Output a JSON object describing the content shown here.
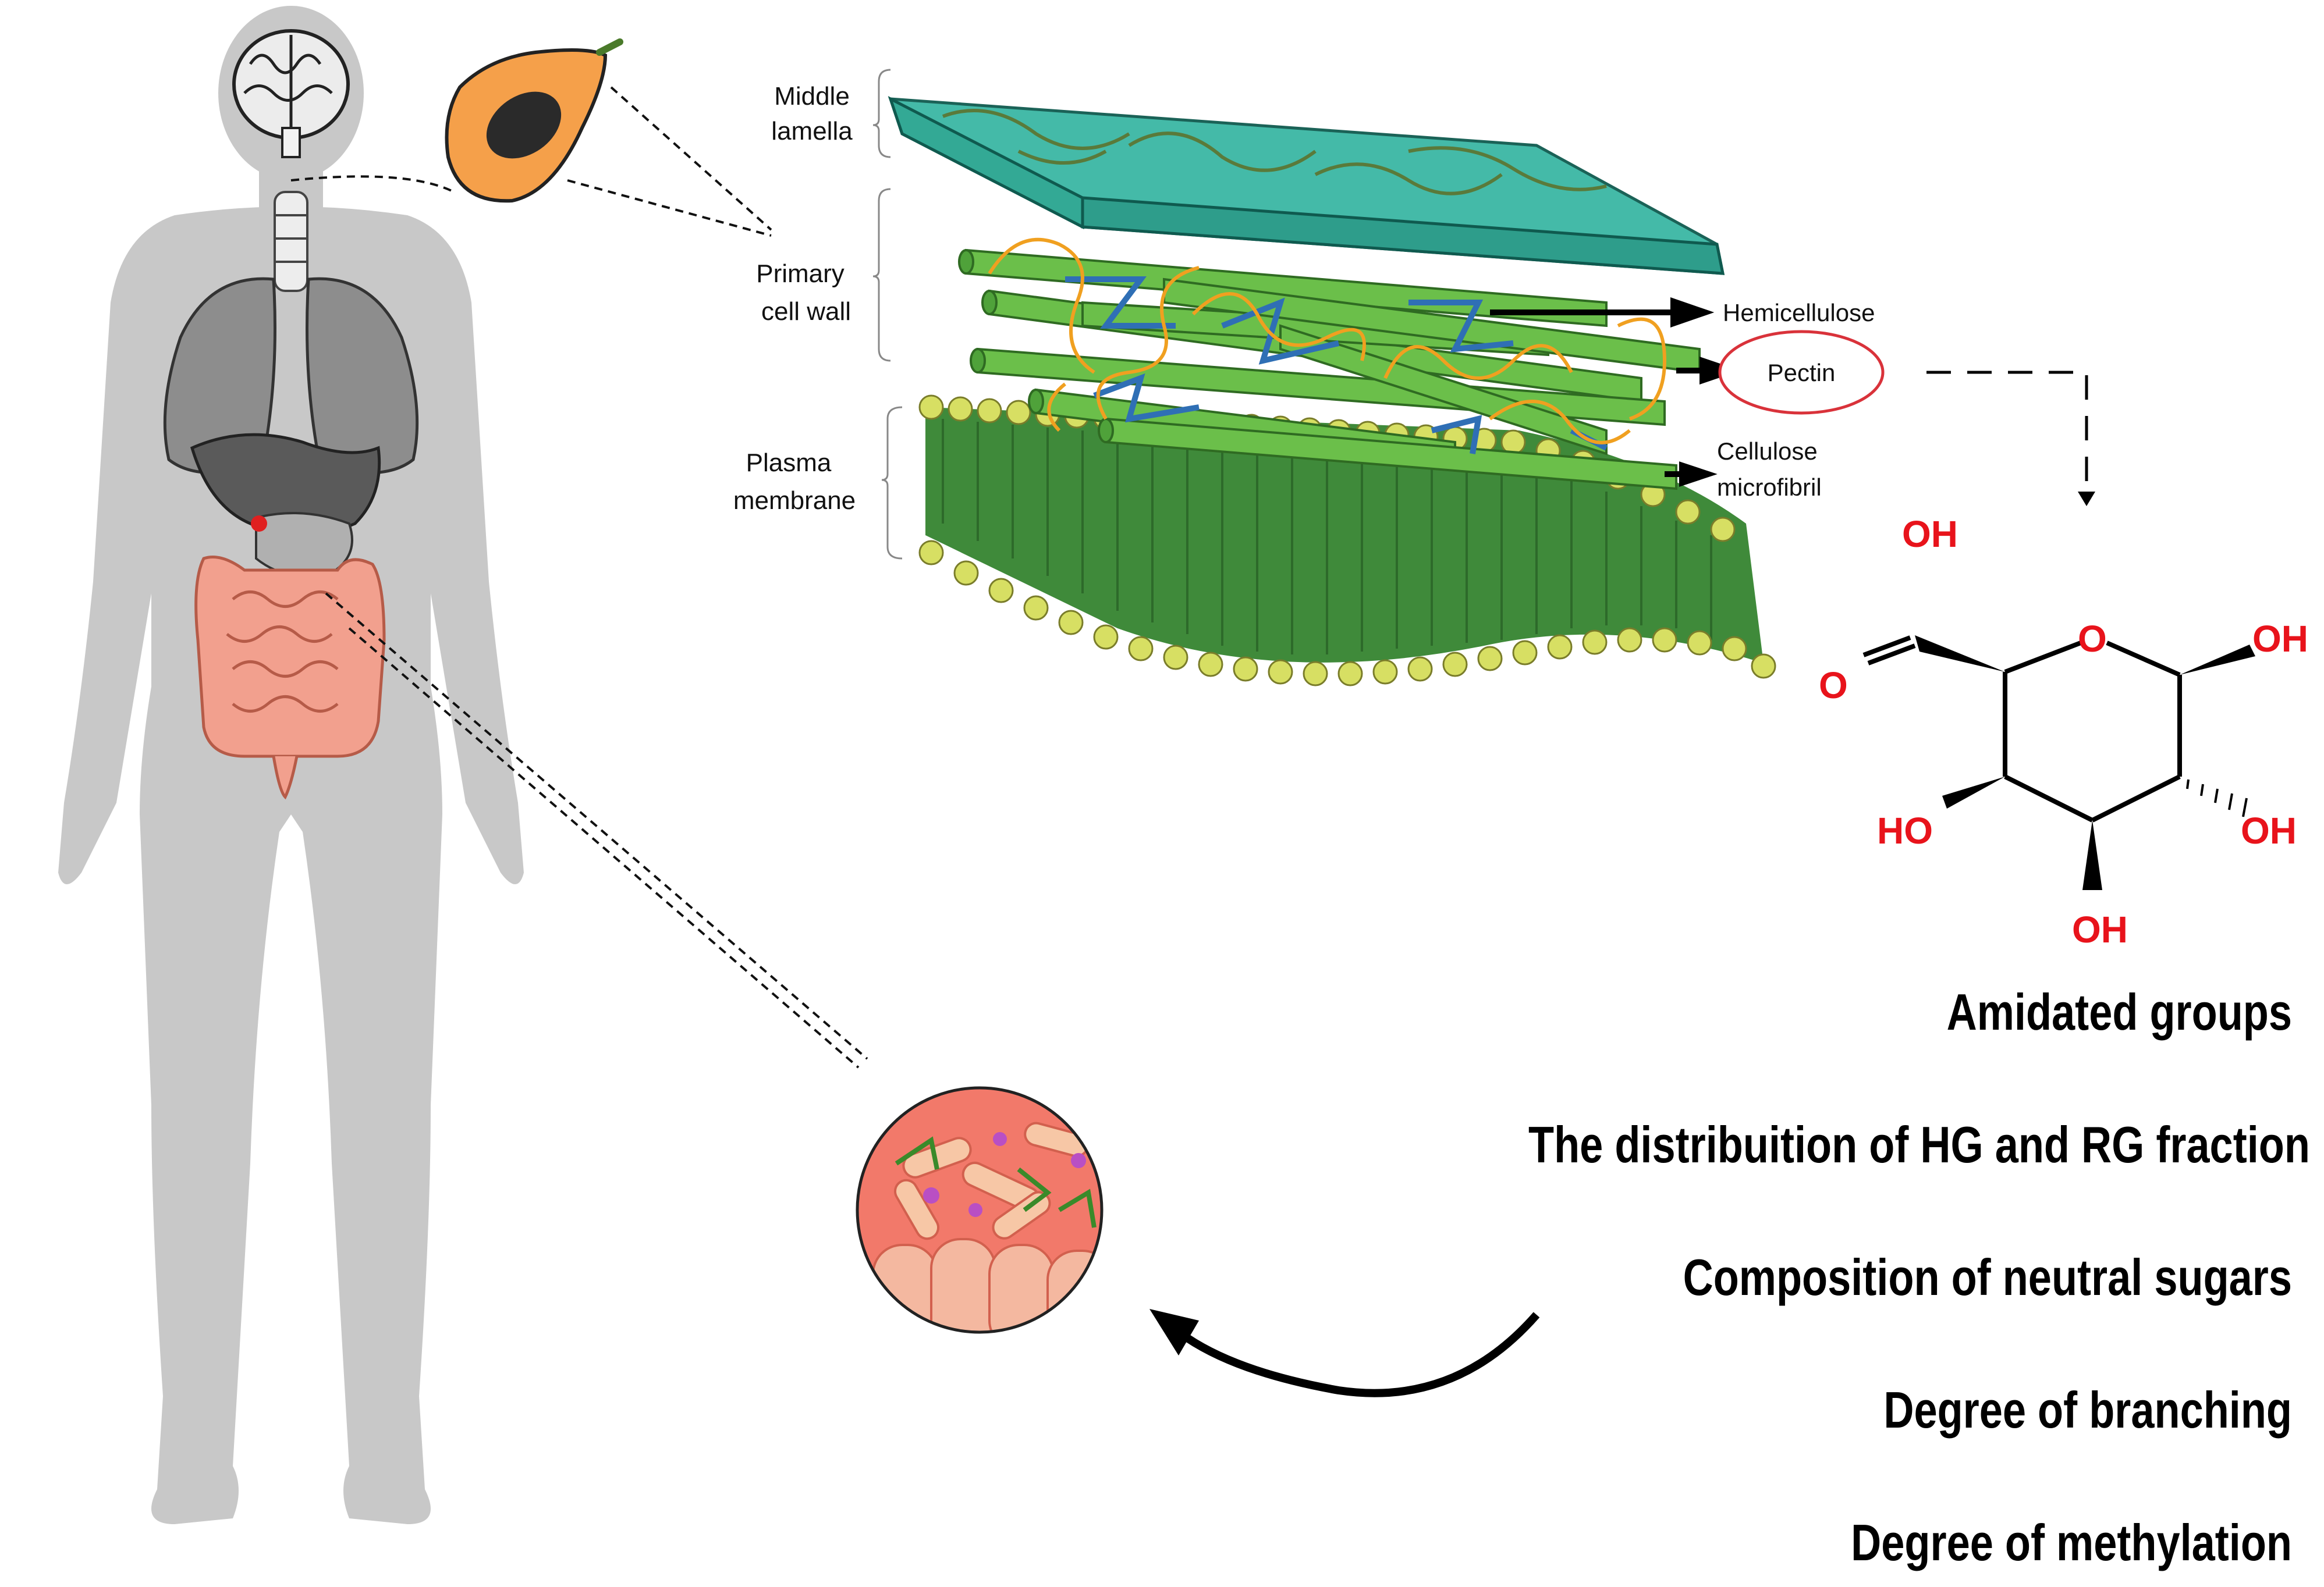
{
  "cell_wall_labels": {
    "middle_lamella": [
      "Middle",
      "lamella"
    ],
    "primary_cell_wall": [
      "Primary",
      "cell wall"
    ],
    "plasma_membrane": [
      "Plasma",
      "membrane"
    ]
  },
  "component_labels": {
    "hemicellulose": "Hemicellulose",
    "pectin": "Pectin",
    "cellulose_microfibril": [
      "Cellulose",
      "microfibril"
    ]
  },
  "molecule_labels": {
    "carboxyl_oh": "OH",
    "carbonyl_o": "O",
    "ring_o": "O",
    "c1_oh": "OH",
    "c4_ho": "HO",
    "c2_oh": "OH",
    "c3_oh": "OH"
  },
  "pectin_features": [
    "Amidated groups",
    "The distribuition of HG and RG fraction",
    "Composition of neutral sugars",
    "Degree of branching",
    "Degree of methylation"
  ],
  "colors": {
    "body": "#c8c8c8",
    "intestine": "#f2a08e",
    "papaya_flesh": "#f5a04a",
    "middle_lamella": "#3ab7a4",
    "cellulose": "#6bbf4a",
    "hemicellulose": "#2f6fb5",
    "pectin_strand": "#f0a020",
    "lipid_head": "#d7df63",
    "lipid_tail": "#3f8a3a",
    "chem_red": "#e8131b",
    "pectin_circle": "#d9323a",
    "microbiota_bg": "#f2796a"
  },
  "icons": [
    "brain-icon",
    "papaya-icon",
    "lungs-icon",
    "liver-icon",
    "stomach-icon",
    "intestine-icon",
    "gut-microbiota-icon",
    "curved-arrow-icon"
  ]
}
